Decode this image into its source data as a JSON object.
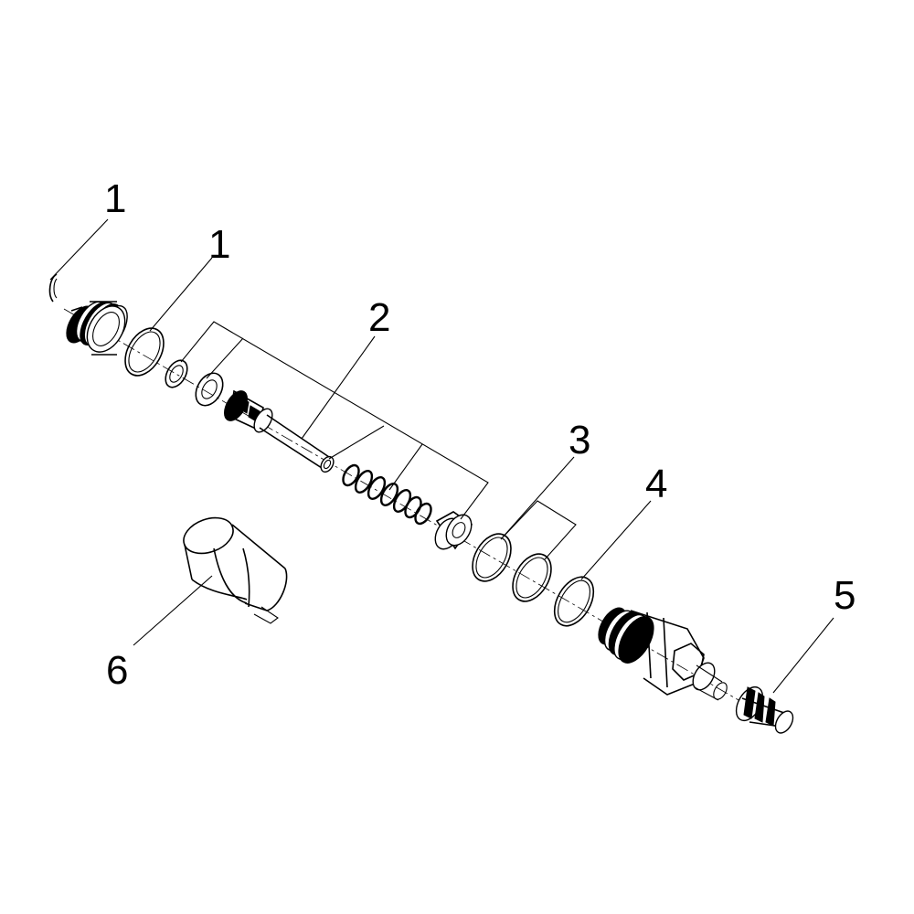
{
  "callouts": [
    {
      "id": "c1a",
      "label": "1"
    },
    {
      "id": "c1b",
      "label": "1"
    },
    {
      "id": "c2",
      "label": "2"
    },
    {
      "id": "c3",
      "label": "3"
    },
    {
      "id": "c4",
      "label": "4"
    },
    {
      "id": "c5",
      "label": "5"
    },
    {
      "id": "c6",
      "label": "6"
    }
  ]
}
